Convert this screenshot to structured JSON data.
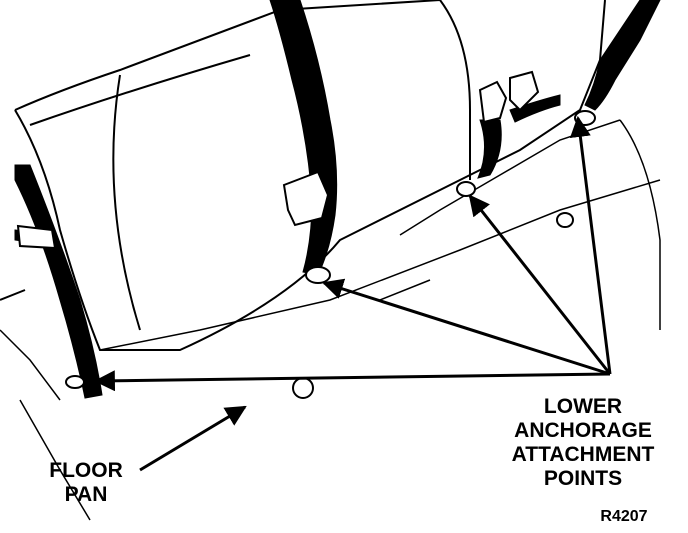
{
  "labels": {
    "anchorage_line1": "LOWER",
    "anchorage_line2": "ANCHORAGE",
    "anchorage_line3": "ATTACHMENT",
    "anchorage_line4": "POINTS",
    "floor_line1": "FLOOR",
    "floor_line2": "PAN",
    "figure_code": "R4207"
  }
}
